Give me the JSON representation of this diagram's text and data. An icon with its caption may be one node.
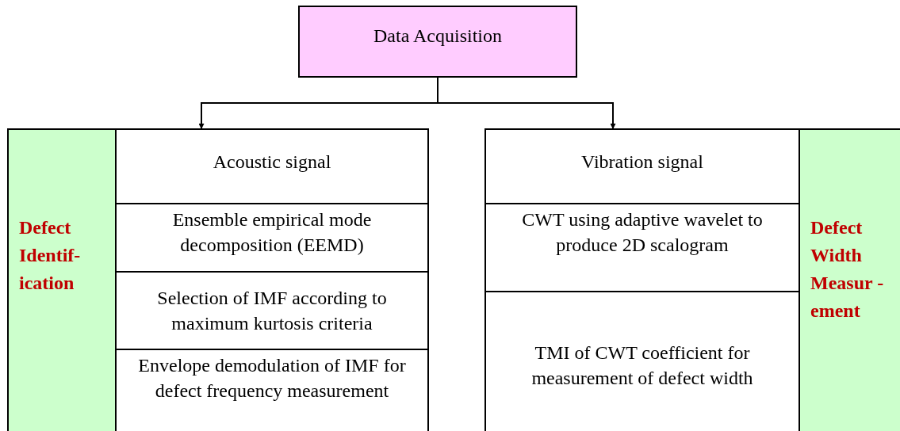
{
  "diagram": {
    "nodes": [
      {
        "text": [
          "Data Acquisition"
        ]
      },
      {
        "text": [
          "Defect Identif- ication"
        ]
      },
      {
        "text": [
          "Acoustic signal"
        ]
      },
      {
        "text": [
          "Ensemble empirical mode decomposition (EEMD)"
        ]
      },
      {
        "text": [
          "Selection of IMF according to maximum kurtosis criteria"
        ]
      },
      {
        "text": [
          "Envelope demodulation of IMF for defect frequency measurement"
        ]
      },
      {
        "text": [
          "Vibration signal"
        ]
      },
      {
        "text": [
          "CWT using adaptive wavelet to produce 2D scalogram"
        ]
      },
      {
        "text": [
          "TMI of CWT coefficient for measurement of defect width"
        ]
      },
      {
        "text": [
          "Defect Width Measur -ement"
        ]
      }
    ],
    "edges": [
      {
        "from": 0,
        "to": 2,
        "arrow": "to"
      },
      {
        "from": 0,
        "to": 6,
        "arrow": "to"
      }
    ]
  }
}
